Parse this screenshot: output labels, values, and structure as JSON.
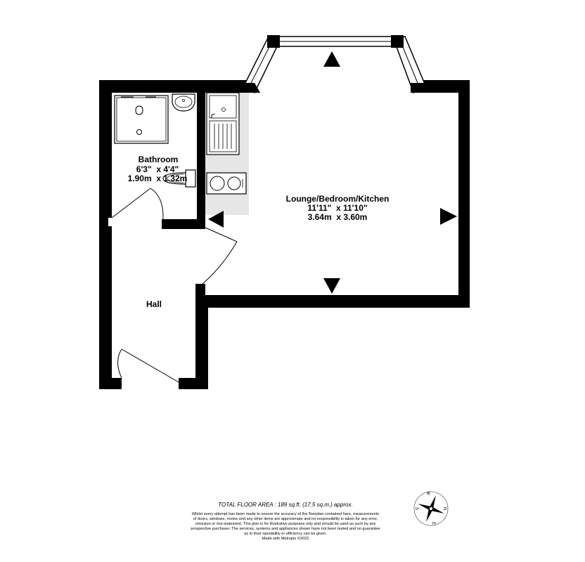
{
  "rooms": {
    "bathroom": {
      "name": "Bathroom",
      "imperial": "6'3\"  x 4'4\"",
      "metric": "1.90m  x 1.32m"
    },
    "lounge": {
      "name": "Lounge/Bedroom/Kitchen",
      "imperial": "11'11\"  x 11'10\"",
      "metric": "3.64m  x 3.60m"
    },
    "hall": {
      "name": "Hall"
    }
  },
  "footer": {
    "total_area": "TOTAL FLOOR AREA : 189 sq.ft. (17.5 sq.m.) approx.",
    "disclaimer": [
      "Whilst every attempt has been made to ensure the accuracy of the floorplan contained here, measurements",
      "of doors, windows, rooms and any other items are approximate and no responsibility is taken for any error,",
      "omission or mis-statement. This plan is for illustrative purposes only and should be used as such by any",
      "prospective purchaser. The services, systems and appliances shown have not been tested and no guarantee",
      "as to their operability or efficiency can be given."
    ],
    "made_with": "Made with Metropix ©2022"
  },
  "compass": {
    "n": "N",
    "e": "E",
    "s": "S",
    "w": "W"
  },
  "colors": {
    "wall": "#000000",
    "kitchen_floor": "#e6e6e6",
    "window": "#ffffff"
  }
}
